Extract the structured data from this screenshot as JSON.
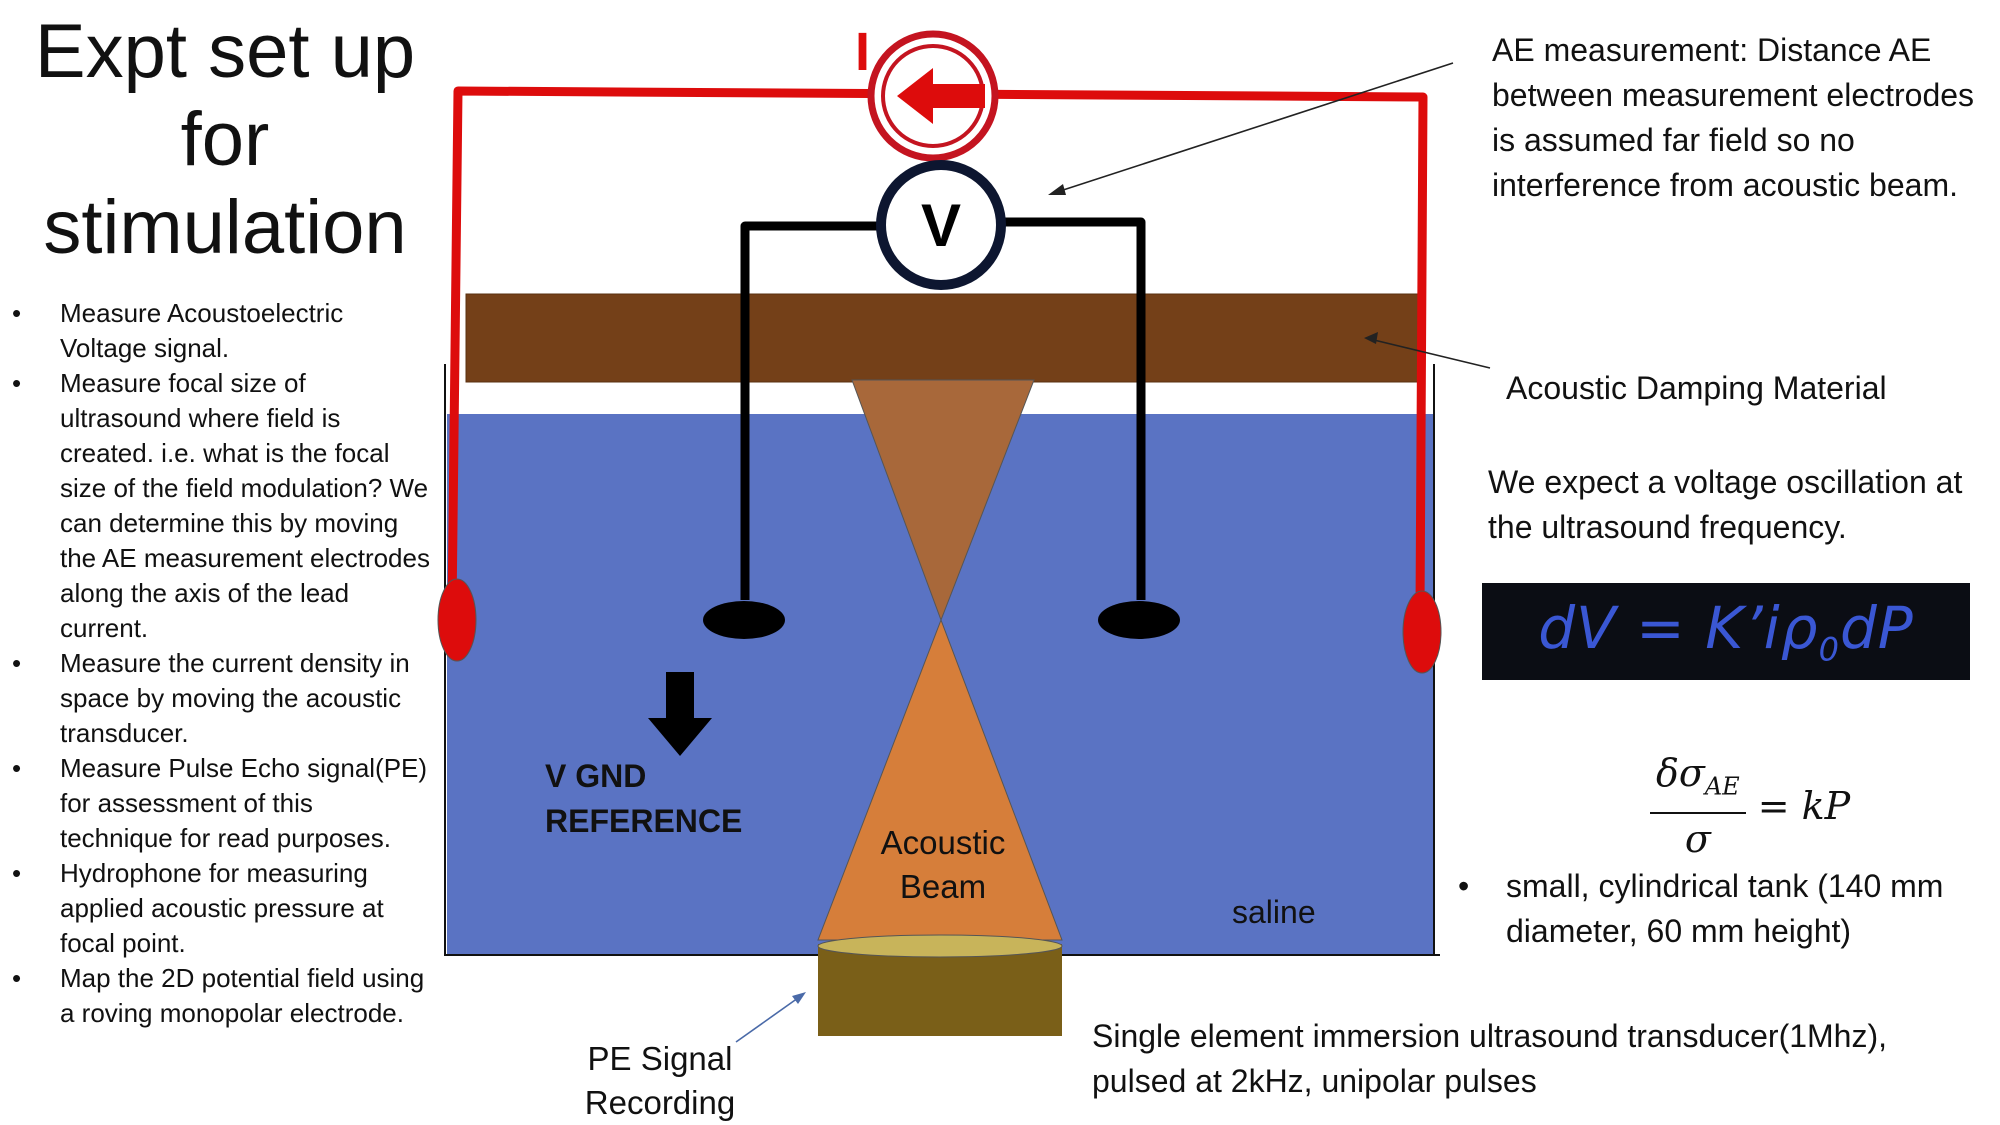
{
  "slide": {
    "title": "Expt set up\nfor\nstimulation",
    "bullets": [
      "Measure Acoustoelectric Voltage signal.",
      "Measure focal size of ultrasound where field is created. i.e. what is the focal size of the field modulation? We can determine this by moving the AE measurement electrodes along the axis of the lead current.",
      "Measure the current density in space by moving the acoustic transducer.",
      "Measure Pulse Echo signal(PE) for assessment of this technique for read purposes.",
      "Hydrophone for measuring applied acoustic pressure at focal point.",
      "Map the 2D potential field using a roving monopolar electrode."
    ]
  },
  "diagram": {
    "current_label": "I",
    "voltmeter_label": "V",
    "gnd_line1": "V GND",
    "gnd_line2": "REFERENCE",
    "beam_line1": "Acoustic",
    "beam_line2": "Beam",
    "saline_label": "saline",
    "pe_line1": "PE Signal",
    "pe_line2": "Recording",
    "colors": {
      "current_wire": "#dd0c0c",
      "voltage_wire": "#000000",
      "saline": "#5a73c3",
      "damping": "#744018",
      "beam_upper": "#a8683a",
      "beam_lower": "#d67e3a",
      "transducer": "#7a5f18"
    }
  },
  "notes": {
    "ae_measurement": "AE measurement: Distance AE between measurement electrodes is assumed far field so no interference from acoustic beam.",
    "damping": "Acoustic Damping Material",
    "expectation": "We expect a voltage oscillation at the ultrasound frequency.",
    "transducer": "Single element immersion ultrasound transducer(1Mhz), pulsed at 2kHz, unipolar pulses",
    "tank": "small, cylindrical tank (140 mm diameter, 60 mm height)"
  },
  "equations": {
    "box_lhs": "dV = K’iρ",
    "box_sub": "0",
    "box_rhs": "dP",
    "frac_num": "δσ",
    "frac_num_sub": "AE",
    "frac_den": "σ",
    "frac_rhs": "= kP"
  }
}
